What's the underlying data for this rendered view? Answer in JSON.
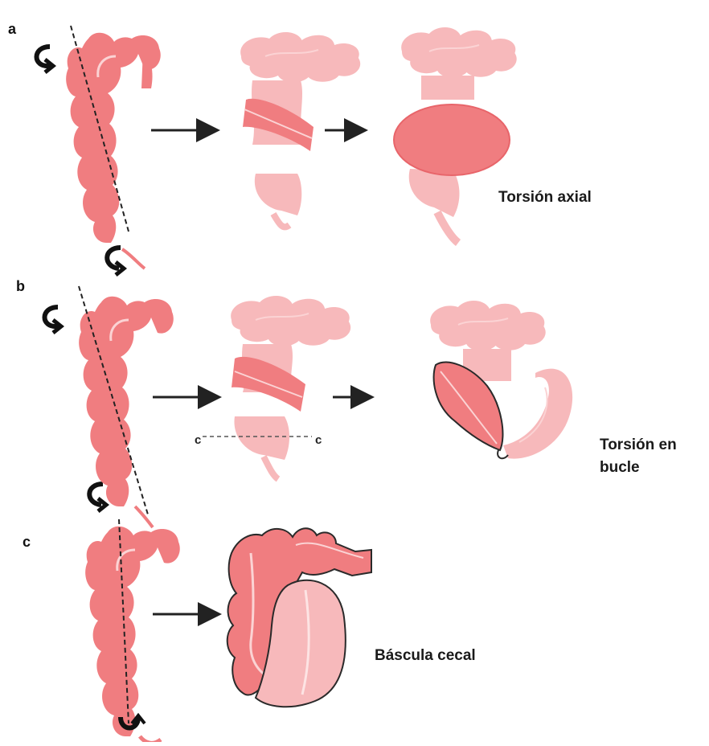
{
  "panels": {
    "a": {
      "letter": "a",
      "caption": "Torsión axial"
    },
    "b": {
      "letter": "b",
      "caption_line1": "Torsión en",
      "caption_line2": "bucle",
      "cut_label_left": "c",
      "cut_label_right": "c"
    },
    "c": {
      "letter": "c",
      "caption": "Báscula cecal"
    }
  },
  "colors": {
    "colon": "#f07d80",
    "colon_faded": "#f7b9bb",
    "colon_dark": "#e8656a",
    "stripe": "#fbd3d4",
    "outline": "#2a2a2a",
    "arrow": "#222222"
  }
}
